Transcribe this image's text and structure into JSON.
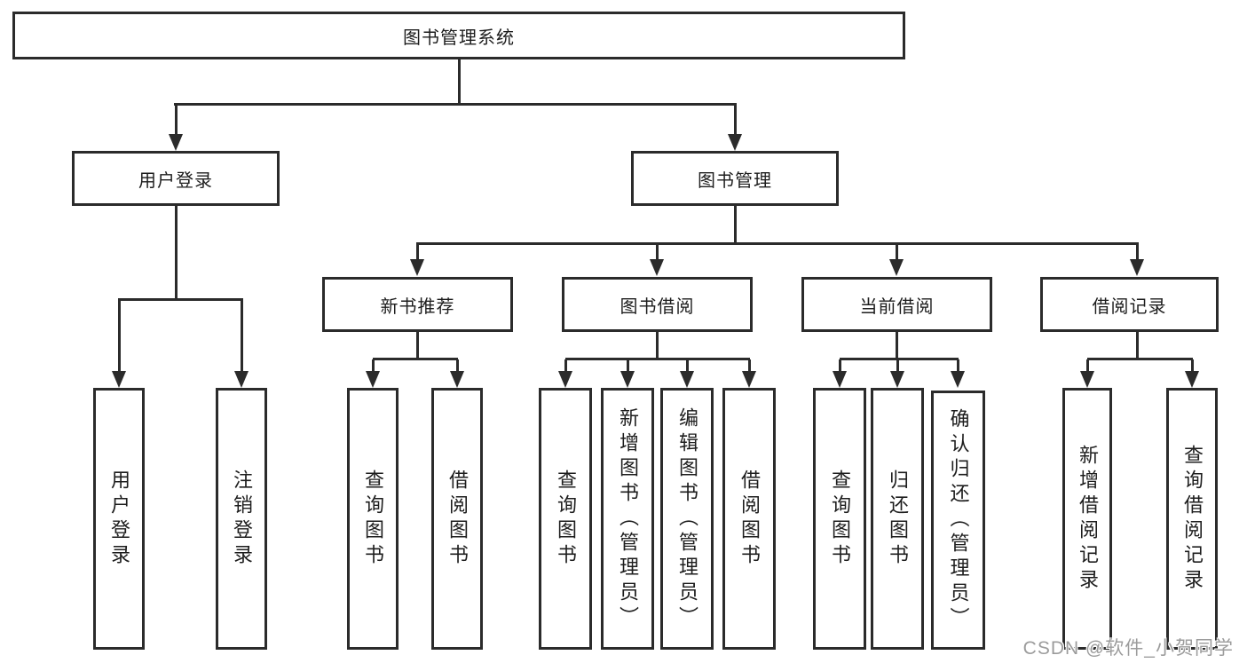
{
  "diagram": {
    "root": {
      "label": "图书管理系统"
    },
    "level2": [
      {
        "label": "用户登录"
      },
      {
        "label": "图书管理"
      }
    ],
    "user_login_children": [
      {
        "label": "用户登录"
      },
      {
        "label": "注销登录"
      }
    ],
    "level3": [
      {
        "label": "新书推荐"
      },
      {
        "label": "图书借阅"
      },
      {
        "label": "当前借阅"
      },
      {
        "label": "借阅记录"
      }
    ],
    "new_book_children": [
      {
        "label": "查询图书"
      },
      {
        "label": "借阅图书"
      }
    ],
    "borrow_children": [
      {
        "label": "查询图书"
      },
      {
        "label": "新增图书（管理员）"
      },
      {
        "label": "编辑图书（管理员）"
      },
      {
        "label": "借阅图书"
      }
    ],
    "current_children": [
      {
        "label": "查询图书"
      },
      {
        "label": "归还图书"
      },
      {
        "label": "确认归还（管理员）"
      }
    ],
    "record_children": [
      {
        "label": "新增借阅记录"
      },
      {
        "label": "查询借阅记录"
      }
    ]
  },
  "watermark": {
    "text": "CSDN @软件_小贺同学"
  },
  "colors": {
    "line": "#2b2b2b",
    "text": "#1d1d1d",
    "watermark": "#9c9c9c",
    "background": "#ffffff"
  }
}
